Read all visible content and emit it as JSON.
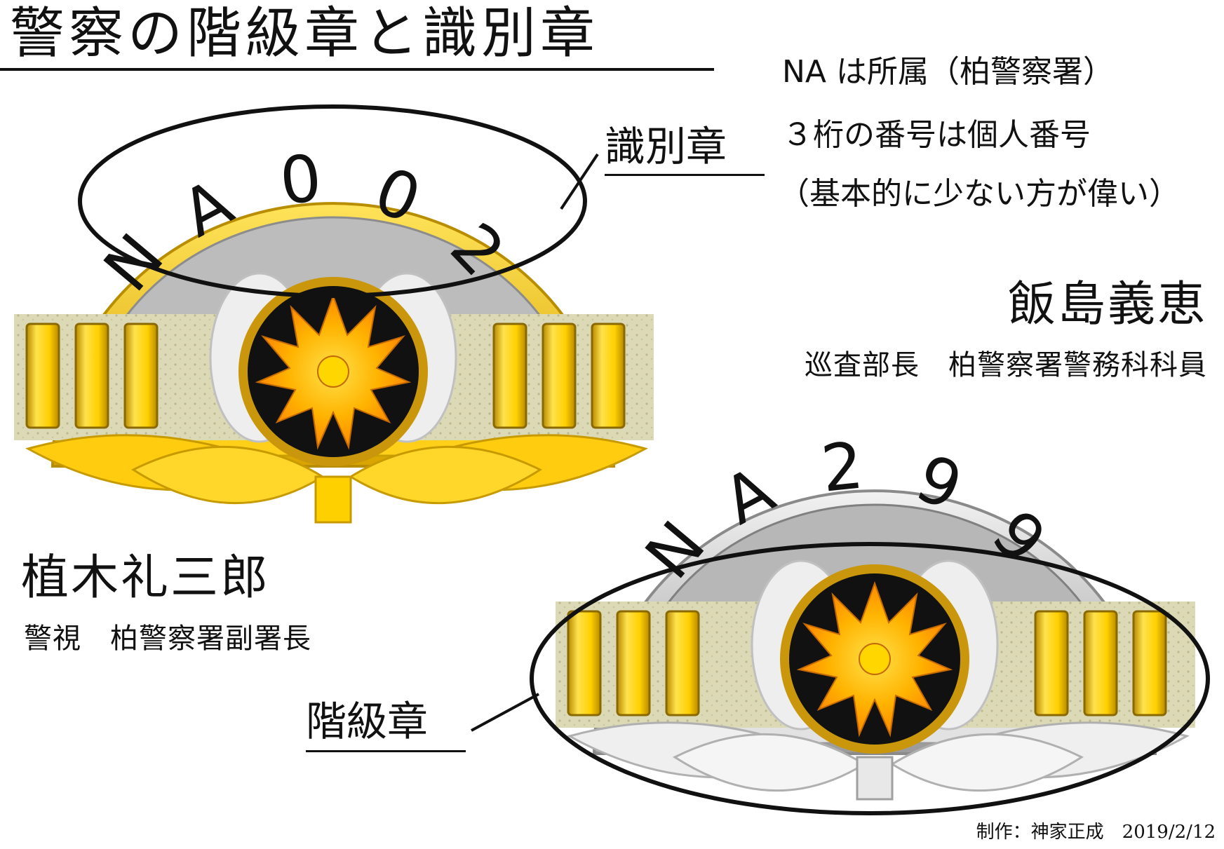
{
  "title": "警察の階級章と識別章",
  "callouts": {
    "identification": "識別章",
    "rank": "階級章"
  },
  "notes": [
    "NA は所属（柏警察署）",
    "３桁の番号は個人番号",
    "（基本的に少ない方が偉い）"
  ],
  "badges": [
    {
      "id_code": [
        "N",
        "A",
        "0",
        "0",
        "2"
      ],
      "tier": "gold",
      "stripes_per_side": 3,
      "person_name": "植木礼三郎",
      "person_title": "警視　柏警察署副署長"
    },
    {
      "id_code": [
        "N",
        "A",
        "2",
        "9",
        "9"
      ],
      "tier": "silver",
      "stripes_per_side": 3,
      "person_name": "飯島義恵",
      "person_title": "巡査部長　柏警察署警務科科員"
    }
  ],
  "credit": "制作：神家正成　2019/2/12",
  "colors": {
    "gold_light": "#ffd21a",
    "gold_dark": "#c89a00",
    "silver_plate": "#b9b9b9",
    "silver_light": "#e6e6e6",
    "emblem_orange": "#ff9a00",
    "band_fill": "#d9d6b0",
    "stripe_gold": "#f2c200",
    "ink": "#111111"
  }
}
